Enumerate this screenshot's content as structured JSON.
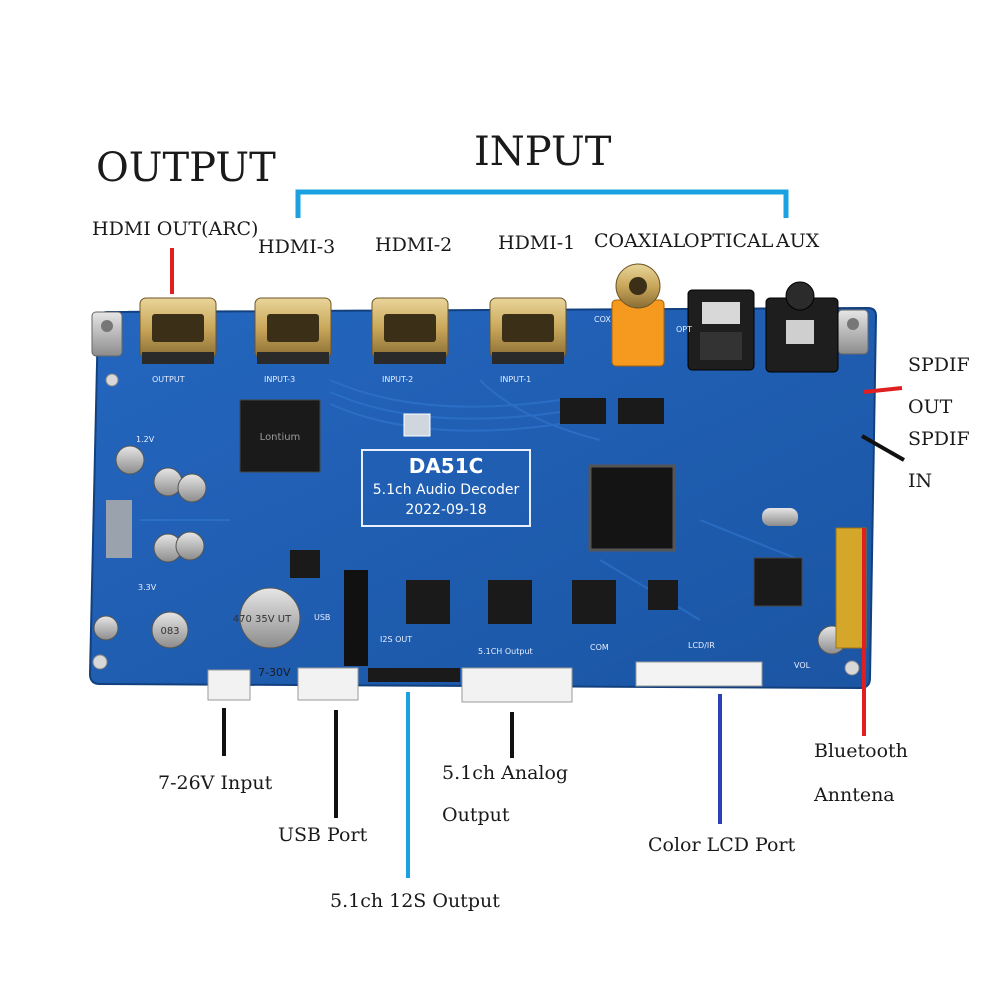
{
  "headings": {
    "output": "OUTPUT",
    "input": "INPUT"
  },
  "board": {
    "model": "DA51C",
    "description": "5.1ch Audio Decoder",
    "date": "2022-09-18",
    "chip_brand": "Lontium",
    "silk_output": "OUTPUT",
    "silk_input3": "INPUT-3",
    "silk_input2": "INPUT-2",
    "silk_input1": "INPUT-1",
    "silk_cox": "COX",
    "silk_opt": "OPT",
    "silk_usb": "USB",
    "silk_i2s_out": "I2S OUT",
    "silk_51ch_output": "5.1CH Output",
    "silk_com": "COM",
    "silk_lcd_ir": "LCD/IR",
    "silk_vol": "VOL",
    "silk_voltage": "7-30V",
    "silk_12v": "1.2V",
    "silk_33v": "3.3V",
    "silk_cap_big": "470 35V UT",
    "silk_cap_083": "083"
  },
  "callouts": {
    "hdmi_out": "HDMI OUT(ARC)",
    "hdmi3": "HDMI-3",
    "hdmi2": "HDMI-2",
    "hdmi1": "HDMI-1",
    "coaxial": "COAXIAL",
    "optical": "OPTICAL",
    "aux": "AUX",
    "spdif_out_1": "SPDIF",
    "spdif_out_2": "OUT",
    "spdif_in_1": "SPDIF",
    "spdif_in_2": "IN",
    "power_input": "7-26V Input",
    "usb_port": "USB Port",
    "i2s_output": "5.1ch 12S Output",
    "analog_output_1": "5.1ch Analog",
    "analog_output_2": "Output",
    "lcd_port": "Color LCD Port",
    "bluetooth_1": "Bluetooth",
    "bluetooth_2": "Anntena"
  },
  "colors": {
    "pcb": "#1f5fb4",
    "pcb_dark": "#174a90",
    "gold": "#c9a75a",
    "red_line": "#e02020",
    "blue_line": "#1ba0e0",
    "navy_line": "#2a3fb8",
    "black_line": "#111111"
  }
}
